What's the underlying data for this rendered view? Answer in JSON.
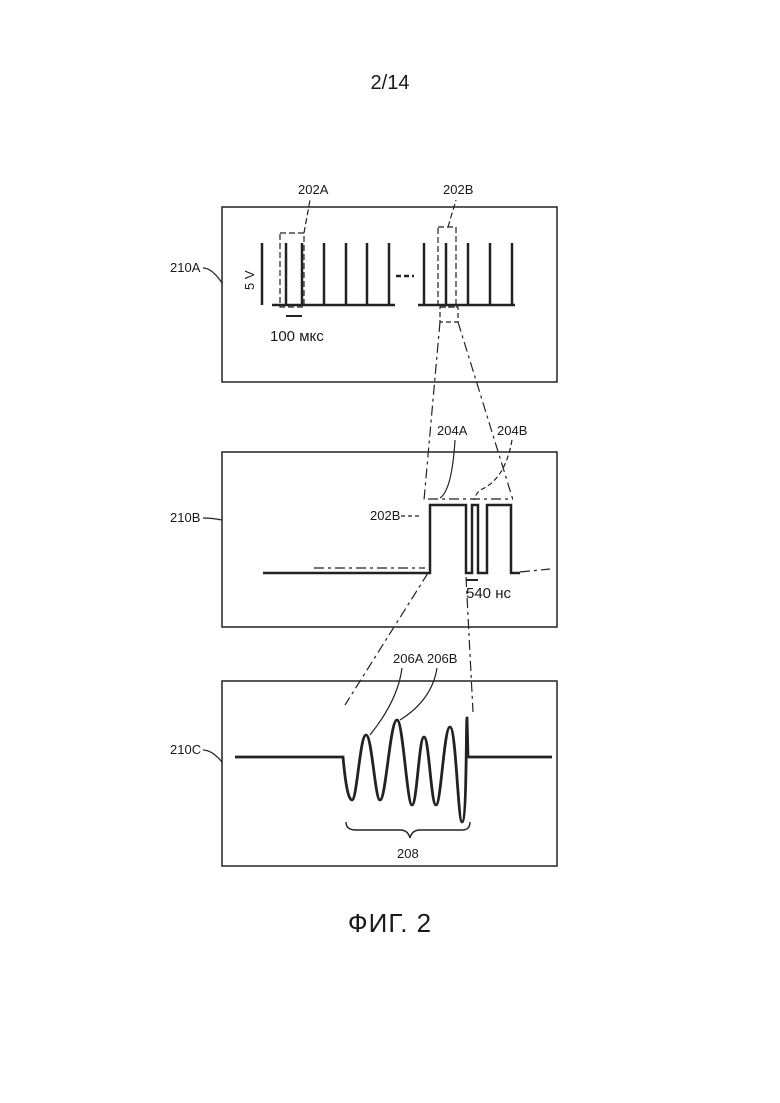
{
  "page": {
    "number": "2/14"
  },
  "figure": {
    "caption": "ФИГ. 2",
    "panels": {
      "a": {
        "label": "210A",
        "callout_left": "202A",
        "callout_right": "202B",
        "voltage": "5 V",
        "period": "100 мкс"
      },
      "b": {
        "label": "210B",
        "callout_left": "202B",
        "callout_mid": "204A",
        "callout_right": "204B",
        "gap": "540 нс"
      },
      "c": {
        "label": "210C",
        "callout_left": "206A",
        "callout_right": "206B",
        "bracket": "208"
      }
    }
  }
}
